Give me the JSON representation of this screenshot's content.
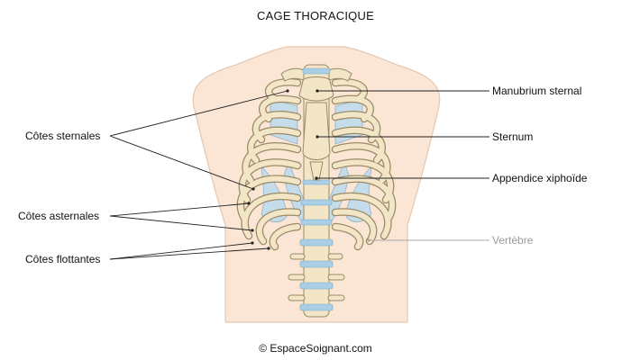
{
  "title": "CAGE THORACIQUE",
  "labels": {
    "manubrium": "Manubrium sternal",
    "sternum": "Sternum",
    "xiphoide": "Appendice xiphoïde",
    "vertebre": "Vertèbre",
    "cotes_sternales": "Côtes sternales",
    "cotes_asternales": "Côtes asternales",
    "cotes_flottantes": "Côtes flottantes"
  },
  "credit": "© EspaceSoignant.com",
  "colors": {
    "skin": "#fbe6d5",
    "skin_outline": "#e5c7b0",
    "bone": "#f2e6c6",
    "bone_outline": "#9b8a66",
    "cartilage": "#c5dcea",
    "cartilage_outline": "#8fb1c8",
    "disc": "#a9cfe6",
    "leader": "#222222",
    "leader_muted": "#a8a8a8"
  }
}
